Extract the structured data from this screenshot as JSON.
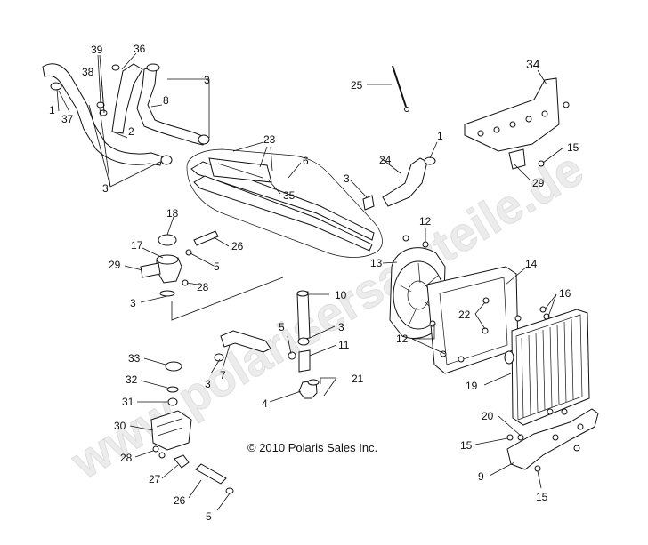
{
  "watermark": "www.polarisersatzteile.de",
  "copyright": "© 2010 Polaris Sales Inc.",
  "callouts": {
    "c1a": "1",
    "c1b": "1",
    "c2": "2",
    "c3a": "3",
    "c3b": "3",
    "c3c": "3",
    "c3d": "3",
    "c3e": "3",
    "c3f": "3",
    "c4": "4",
    "c5a": "5",
    "c5b": "5",
    "c6": "6",
    "c7": "7",
    "c8": "8",
    "c9": "9",
    "c10": "10",
    "c11": "11",
    "c12a": "12",
    "c12b": "12",
    "c13": "13",
    "c14": "14",
    "c15a": "15",
    "c15b": "15",
    "c15c": "15",
    "c16": "16",
    "c17": "17",
    "c18": "18",
    "c19": "19",
    "c20": "20",
    "c21": "21",
    "c22": "22",
    "c23": "23",
    "c24": "24",
    "c25": "25",
    "c26a": "26",
    "c26b": "26",
    "c27": "27",
    "c28a": "28",
    "c28b": "28",
    "c29a": "29",
    "c29b": "29",
    "c30": "30",
    "c31": "31",
    "c32": "32",
    "c33": "33",
    "c34": "34",
    "c35": "35",
    "c36": "36",
    "c37": "37",
    "c38": "38",
    "c39": "39"
  }
}
